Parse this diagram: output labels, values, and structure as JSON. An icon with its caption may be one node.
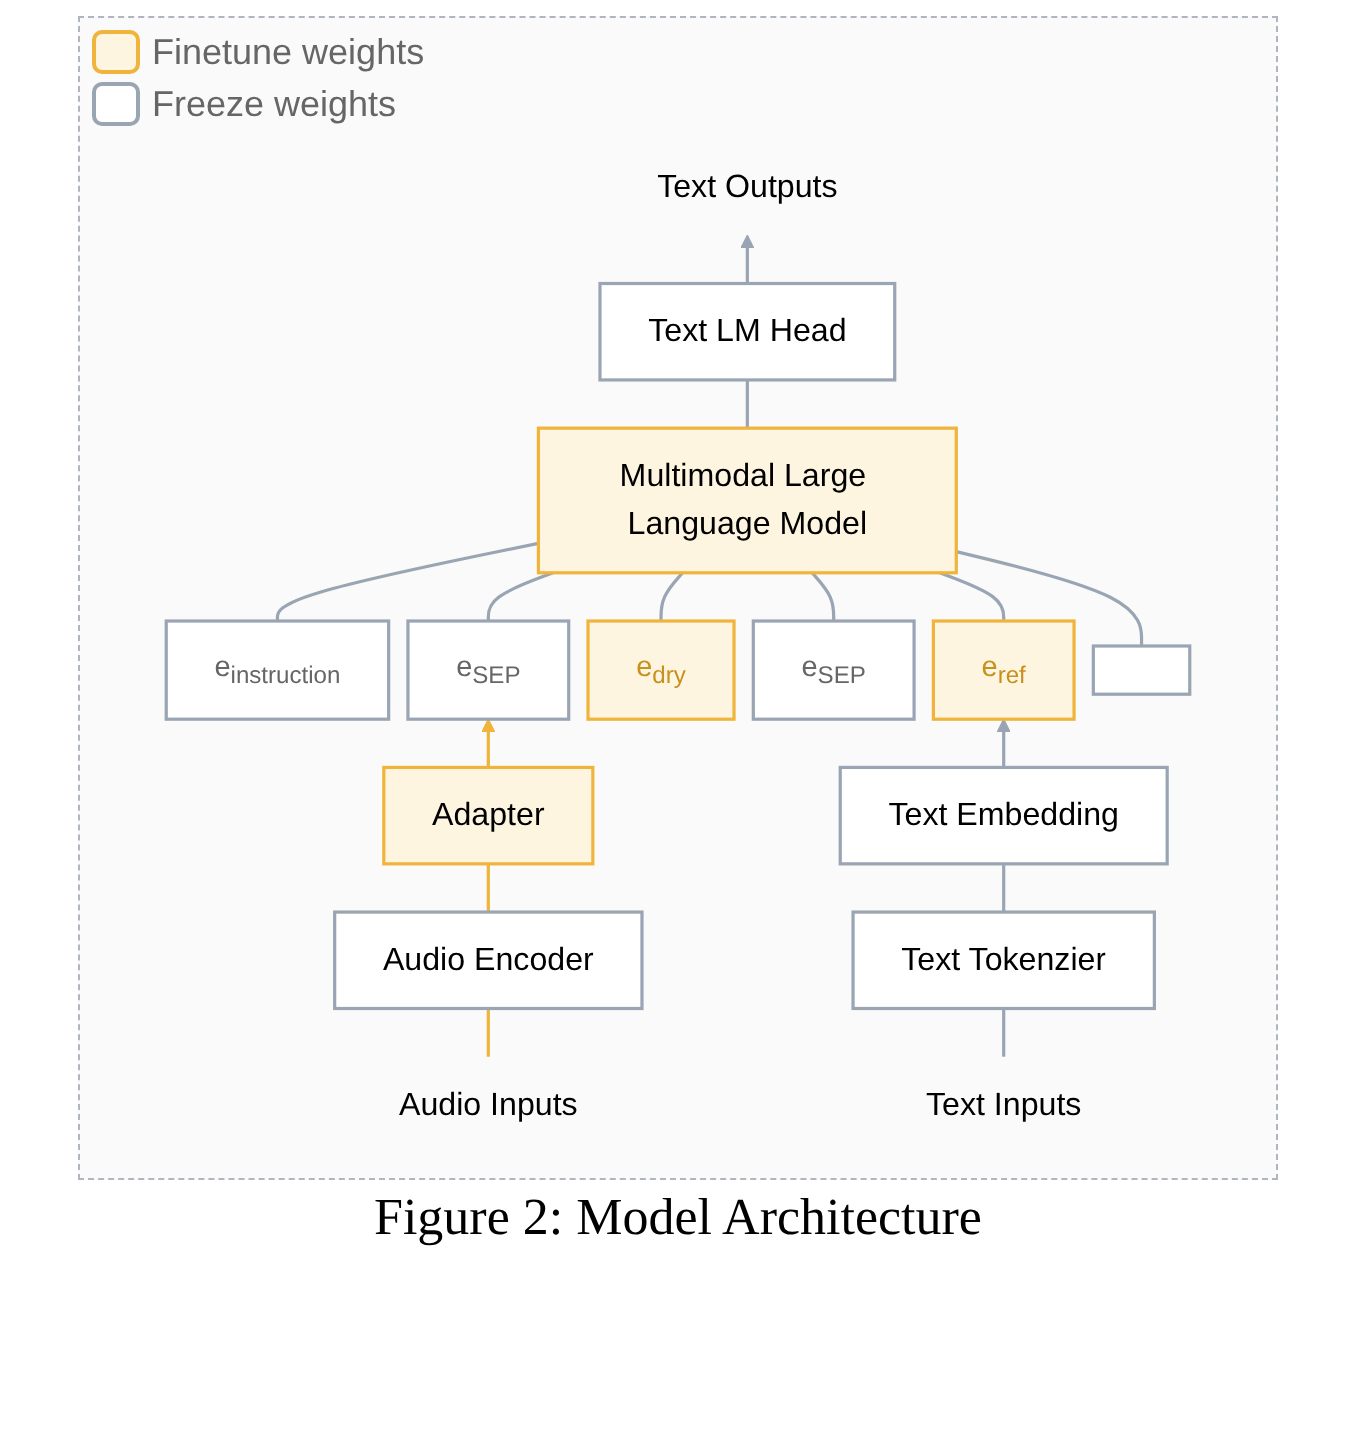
{
  "diagram": {
    "caption": "Figure 2: Model Architecture",
    "nodes": [
      {
        "text": [
          "Text Outputs"
        ]
      },
      {
        "text": [
          "Text LM Head"
        ]
      },
      {
        "text": [
          "Multimodal Large Language Model"
        ]
      },
      {
        "text": [
          "e$_{instruction}$"
        ]
      },
      {
        "text": [
          "e$_{SEP}$"
        ]
      },
      {
        "text": [
          "e$_{dry}$"
        ]
      },
      {
        "text": [
          "e$_{SEP}$"
        ]
      },
      {
        "text": [
          "e$_{ref}$"
        ]
      },
      {
        "text": [],
        "shape": "box"
      },
      {
        "text": [
          "Adapter"
        ]
      },
      {
        "text": [
          "Text Embedding"
        ]
      },
      {
        "text": [
          "Audio Encoder"
        ]
      },
      {
        "text": [
          "Text Tokenzier"
        ]
      },
      {
        "text": [
          "Audio Inputs"
        ]
      },
      {
        "text": [
          "Text Inputs"
        ]
      }
    ],
    "edges": [
      {
        "from": 13,
        "to": 11,
        "arrow": "none",
        "color": "#f0b43c"
      },
      {
        "from": 11,
        "to": 9,
        "arrow": "none",
        "color": "#f0b43c"
      },
      {
        "from": 9,
        "to": 4,
        "arrow": "to",
        "color": "#f0b43c"
      },
      {
        "from": 14,
        "to": 12,
        "arrow": "none"
      },
      {
        "from": 12,
        "to": 10,
        "arrow": "none"
      },
      {
        "from": 10,
        "to": 7,
        "arrow": "to"
      },
      {
        "from": 3,
        "to": 2,
        "arrow": "none"
      },
      {
        "from": 4,
        "to": 2,
        "arrow": "none"
      },
      {
        "from": 5,
        "to": 2,
        "arrow": "none"
      },
      {
        "from": 6,
        "to": 2,
        "arrow": "none"
      },
      {
        "from": 7,
        "to": 2,
        "arrow": "none"
      },
      {
        "from": 8,
        "to": 2,
        "arrow": "none"
      },
      {
        "from": 2,
        "to": 1,
        "arrow": "none"
      },
      {
        "from": 1,
        "to": 0,
        "arrow": "to"
      }
    ],
    "legend": [
      {
        "text": "Finetune weights",
        "color": "#fdf5df"
      },
      {
        "text": "Freeze weights",
        "color": "#ffffff"
      }
    ]
  }
}
